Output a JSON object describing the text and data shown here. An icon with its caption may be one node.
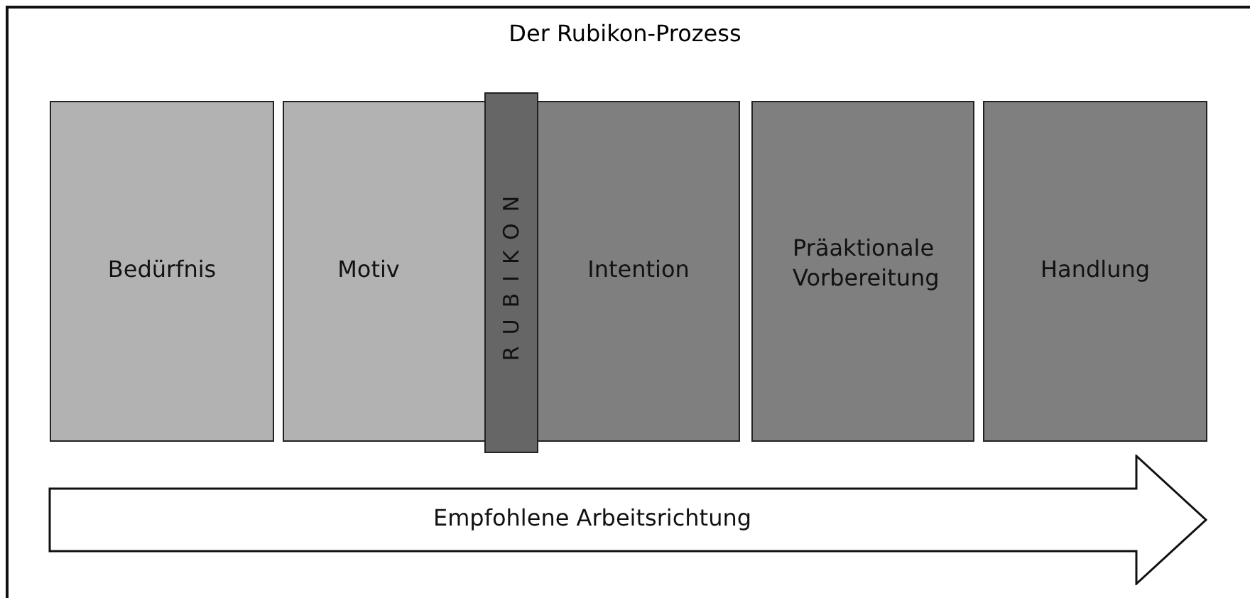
{
  "diagram": {
    "title": "Der Rubikon-Prozess",
    "nodes": [
      {
        "text": [
          "Bedürfnis"
        ]
      },
      {
        "text": [
          "Motiv"
        ]
      },
      {
        "text": [
          "Intention"
        ]
      },
      {
        "text": [
          "Präaktionale Vorbereitung"
        ]
      },
      {
        "text": [
          "Handlung"
        ]
      },
      {
        "text": [
          "RUBIKON"
        ]
      },
      {
        "text": [
          "Empfohlene Arbeitsrichtung"
        ]
      }
    ],
    "edges": []
  }
}
